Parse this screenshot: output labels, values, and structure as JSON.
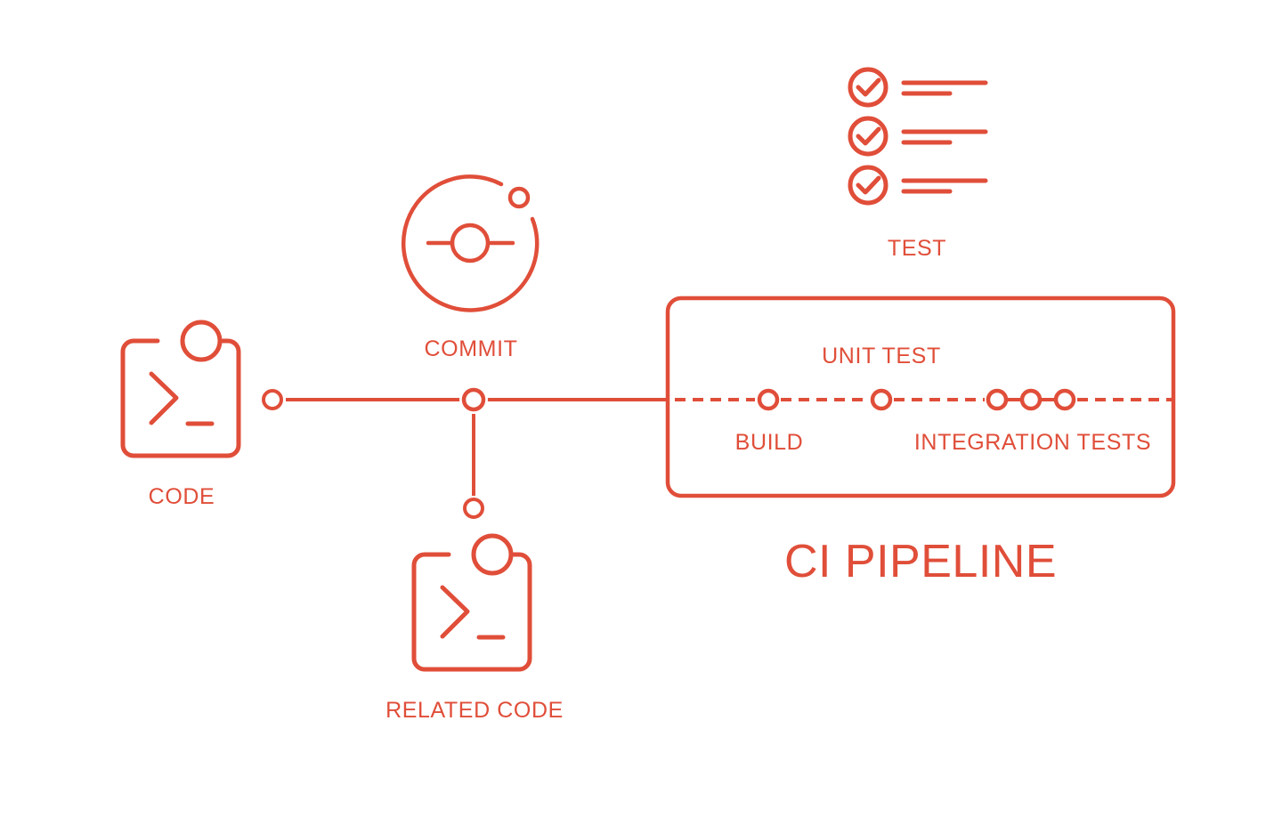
{
  "theme": {
    "accent_color": "#E04E39",
    "background_color": "#FFFFFF"
  },
  "diagram": {
    "title": "CI PIPELINE",
    "nodes": {
      "code": {
        "label": "CODE",
        "icon": "terminal-icon"
      },
      "commit": {
        "label": "COMMIT",
        "icon": "commit-icon"
      },
      "related_code": {
        "label": "RELATED CODE",
        "icon": "terminal-icon"
      },
      "test": {
        "label": "TEST",
        "icon": "checklist-icon",
        "checklist_rows": 3
      }
    },
    "pipeline": {
      "node_count": 5,
      "stages": [
        {
          "label": "BUILD",
          "label_position": "below-line"
        },
        {
          "label": "UNIT TEST",
          "label_position": "above-line"
        },
        {
          "label": "INTEGRATION TESTS",
          "label_position": "below-line"
        }
      ]
    }
  }
}
